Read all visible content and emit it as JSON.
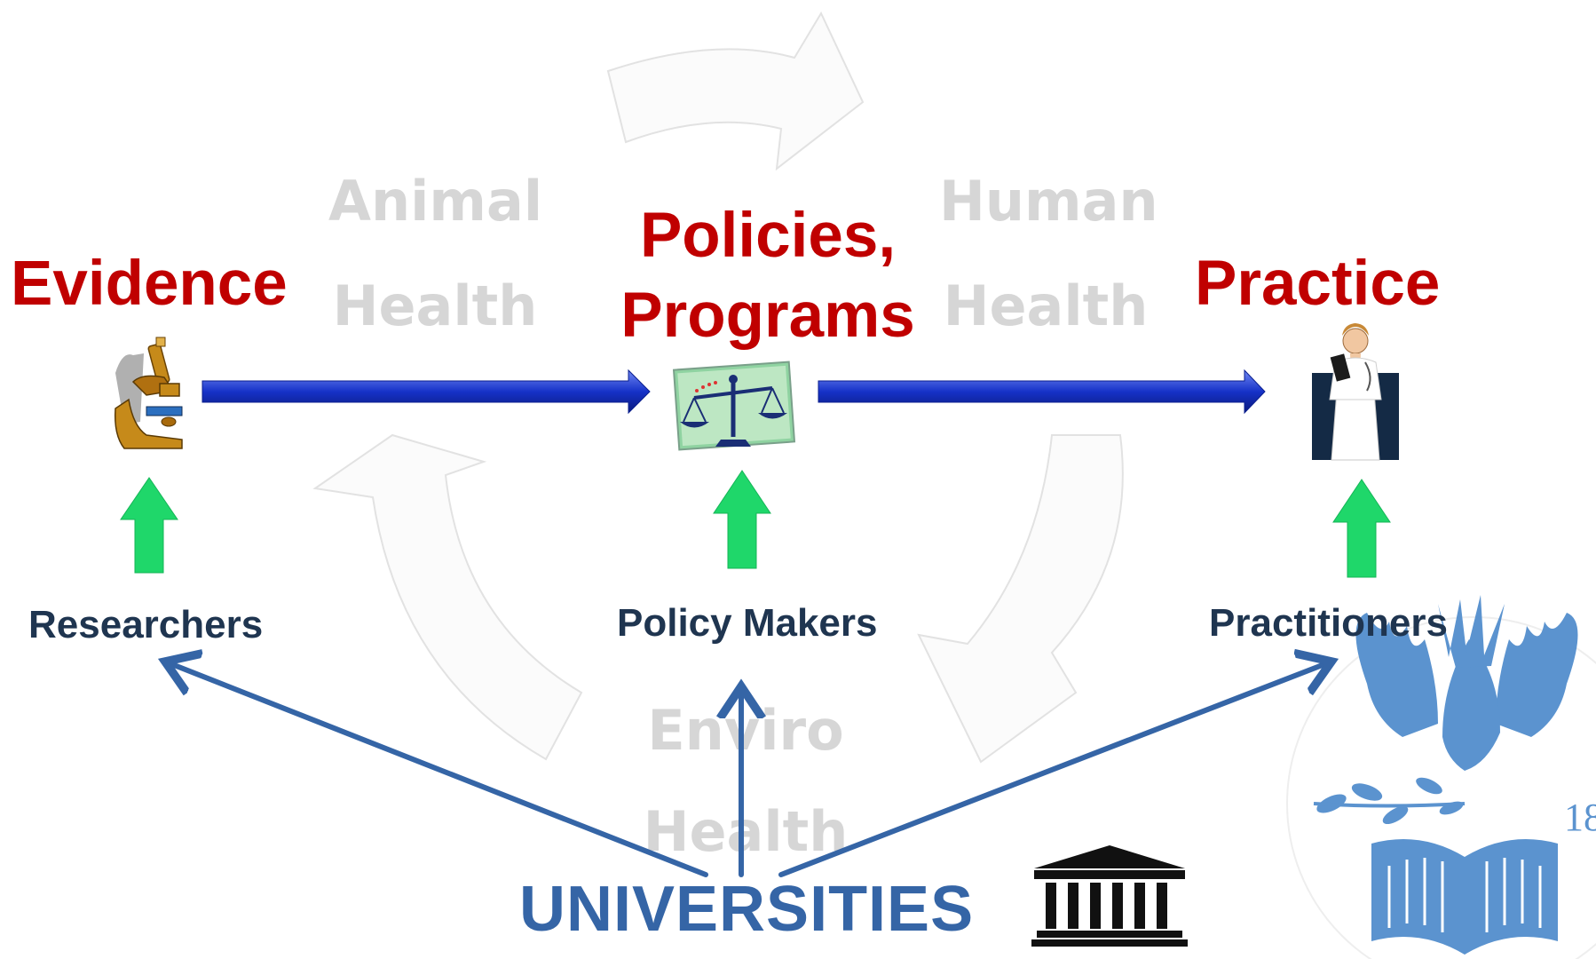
{
  "faded_labels": {
    "animal_line1": "Animal",
    "animal_line2": "Health",
    "human_line1": "Human",
    "human_line2": "Health",
    "enviro_line1": "Enviro",
    "enviro_line2": "Health"
  },
  "stages": {
    "evidence": "Evidence",
    "policies_line1": "Policies,",
    "policies_line2": "Programs",
    "practice": "Practice"
  },
  "roles": {
    "researchers": "Researchers",
    "policy_makers": "Policy Makers",
    "practitioners": "Practitioners"
  },
  "universities": "UNIVERSITIES",
  "logo_text": "18",
  "icons": [
    "microscope-icon",
    "scales-of-justice-icon",
    "doctor-icon",
    "university-building-icon",
    "university-seal-logo"
  ],
  "colors": {
    "stage_red": "#c00000",
    "role_navy": "#1f3550",
    "university_blue": "#3565a6",
    "flow_arrow_blue": "#1632c8",
    "green_arrow": "#1fd76a",
    "faded_gray": "#d6d6d6",
    "logo_blue": "#5b93cf"
  }
}
